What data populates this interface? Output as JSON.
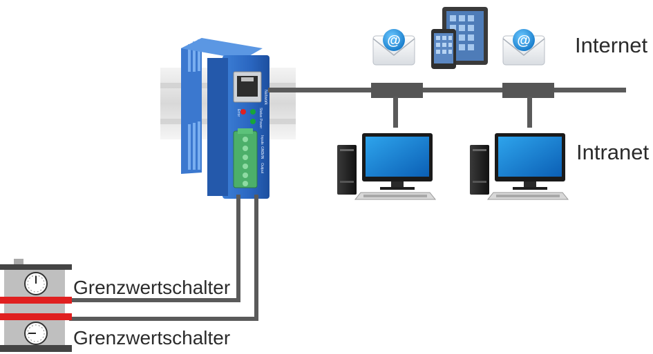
{
  "labels": {
    "internet": "Internet",
    "intranet": "Intranet",
    "switch_1": "Grenzwertschalter",
    "switch_2": "Grenzwertschalter"
  },
  "device": {
    "port_label": "Network",
    "led_labels": [
      "Error",
      "Status",
      "Power"
    ],
    "terminal_labels": [
      "Output",
      "VIN",
      "GND",
      "Inputs"
    ]
  },
  "icons": {
    "email": "email-envelope-icon",
    "mobile": "phone-tablet-icon",
    "computer": "desktop-computer-icon",
    "gauge": "pressure-gauge-icon",
    "email_symbol": "@"
  },
  "colors": {
    "cable": "#5a5a5a",
    "device_blue": "#2f6fc9",
    "terminal_green": "#4caf6a",
    "switch_red": "#e02020",
    "text": "#2b2b2b"
  }
}
